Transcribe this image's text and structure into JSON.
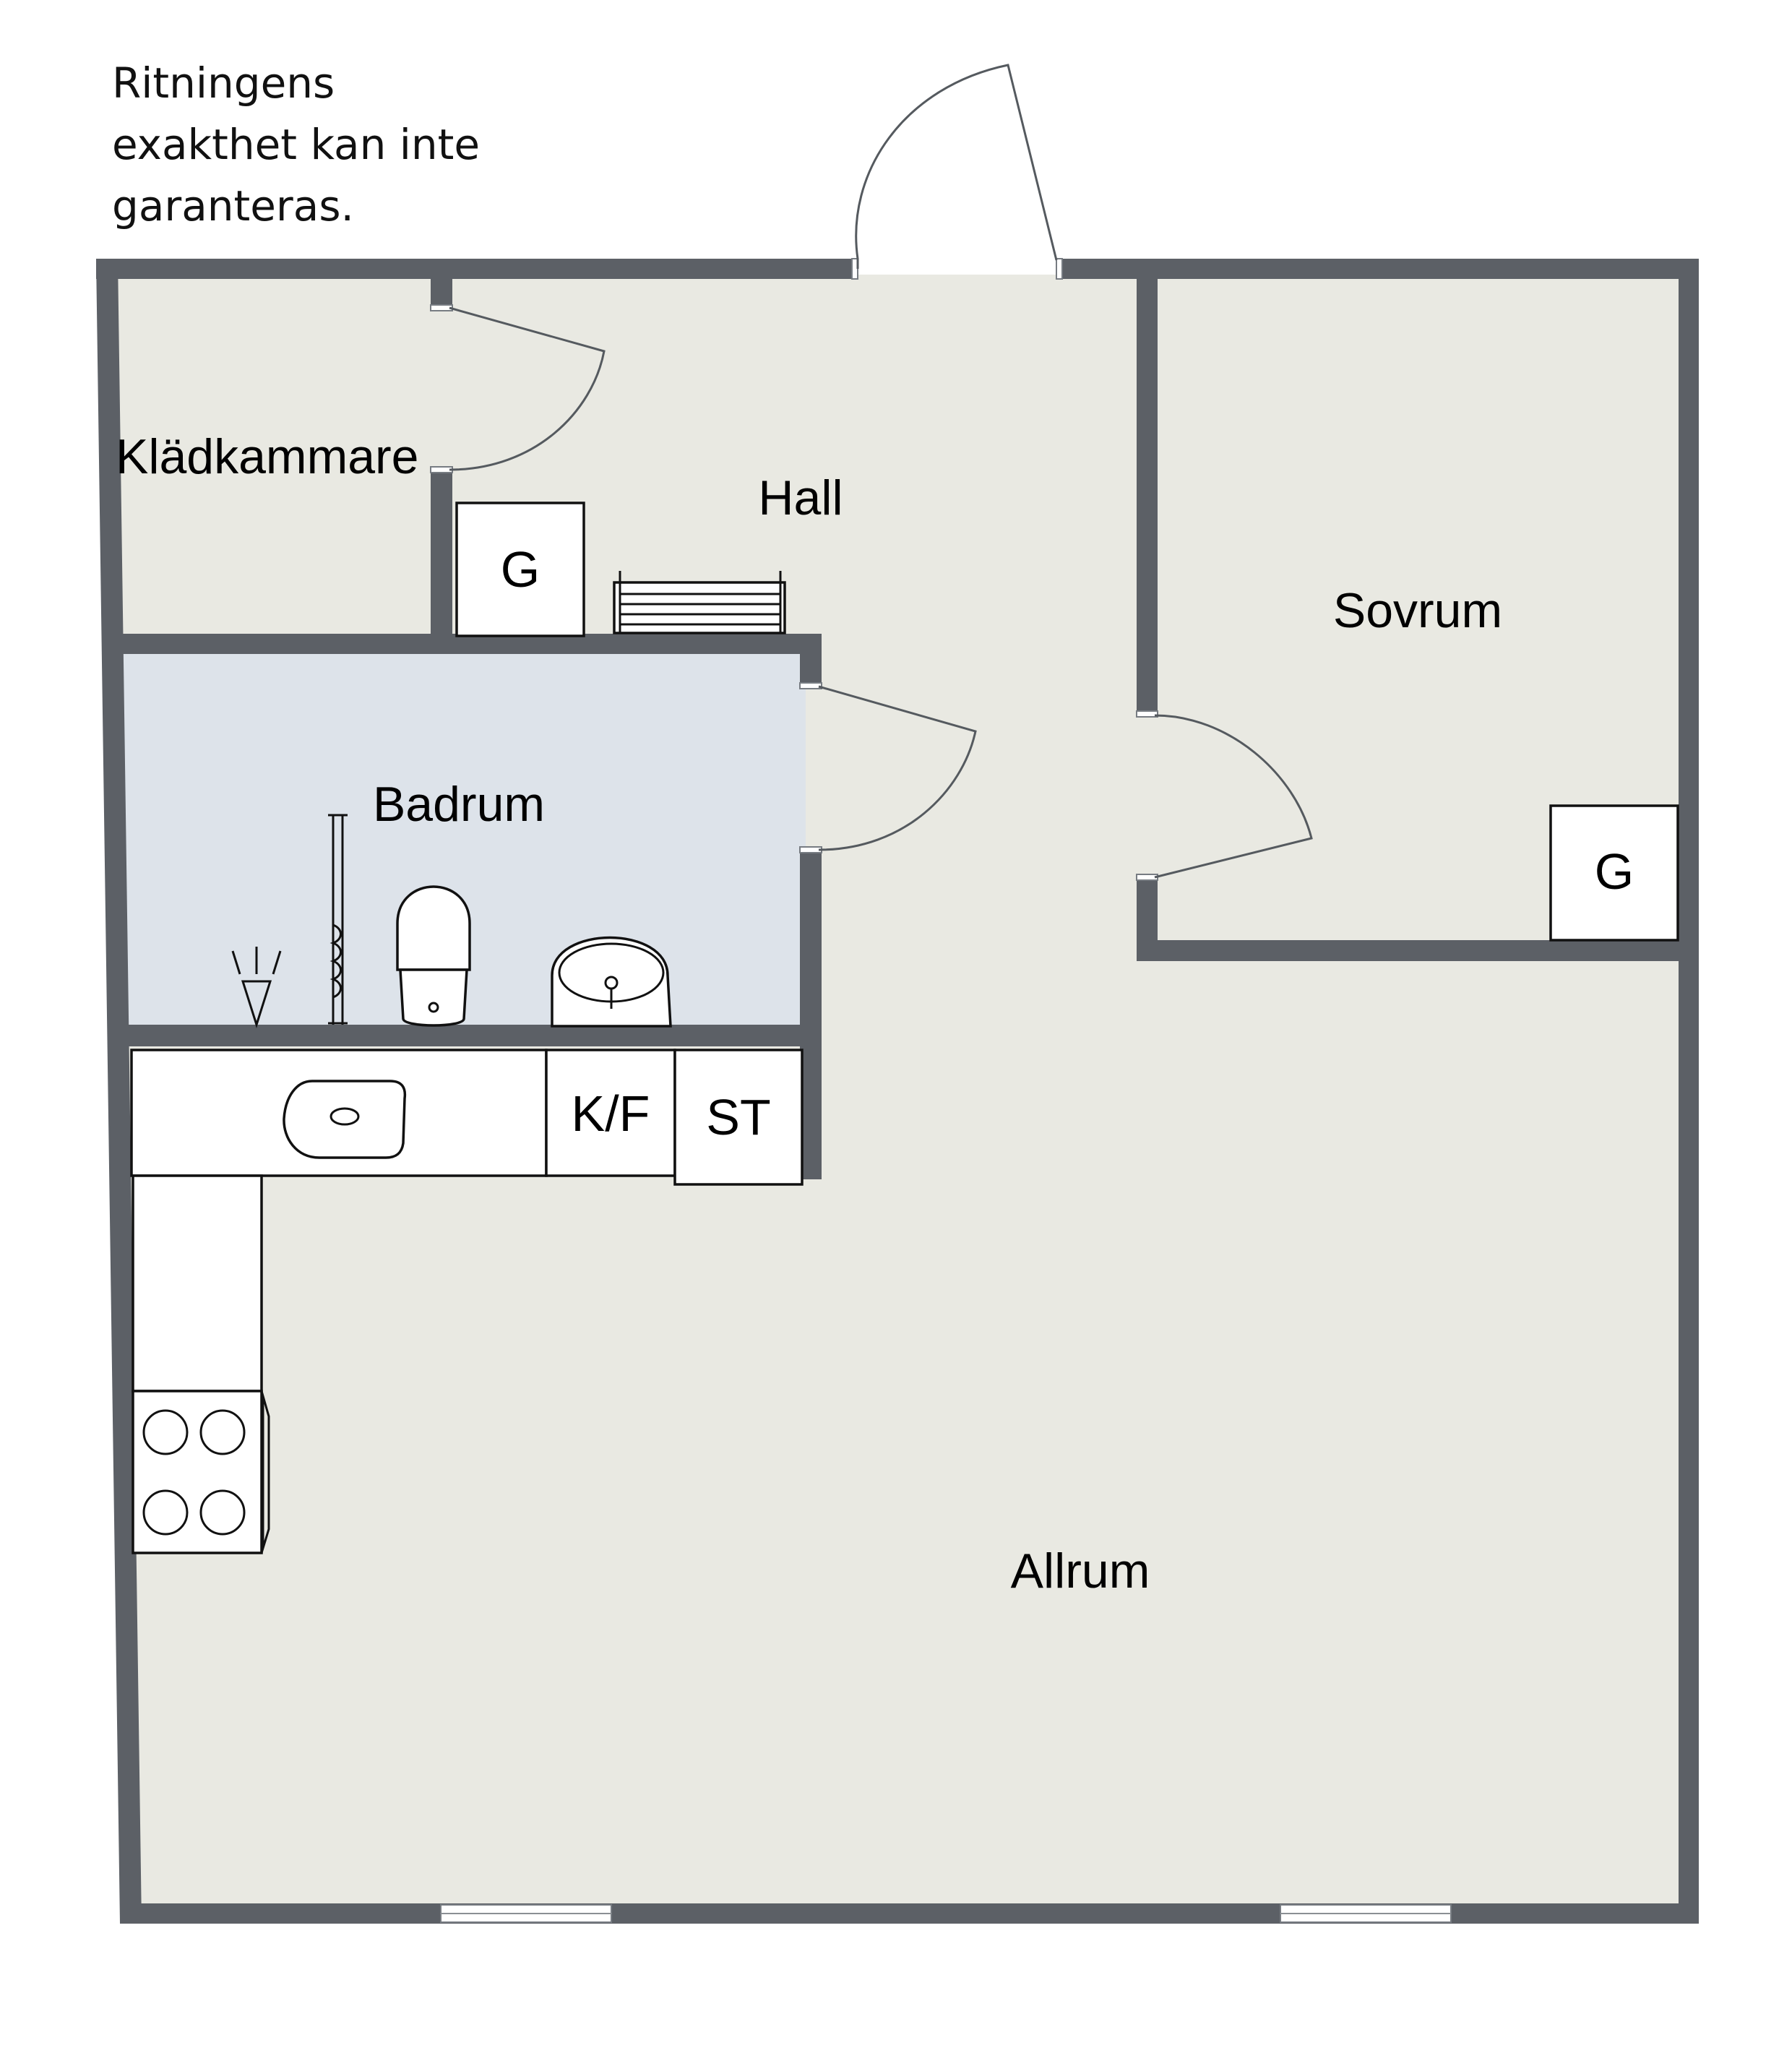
{
  "disclaimer": {
    "lines": [
      "Ritningens",
      "exakthet kan inte",
      "garanteras."
    ]
  },
  "rooms": {
    "kladkammare": "Klädkammare",
    "hall": "Hall",
    "sovrum": "Sovrum",
    "badrum": "Badrum",
    "allrum": "Allrum"
  },
  "fixtures": {
    "hall_wardrobe": "G",
    "sovrum_wardrobe": "G",
    "fridge_freezer": "K/F",
    "cabinet": "ST"
  },
  "colors": {
    "wall": "#5c6066",
    "floor": "#e9e9e2",
    "bathroom_floor": "#dde3ea",
    "fixture_fill": "#ffffff",
    "line": "#111111"
  }
}
